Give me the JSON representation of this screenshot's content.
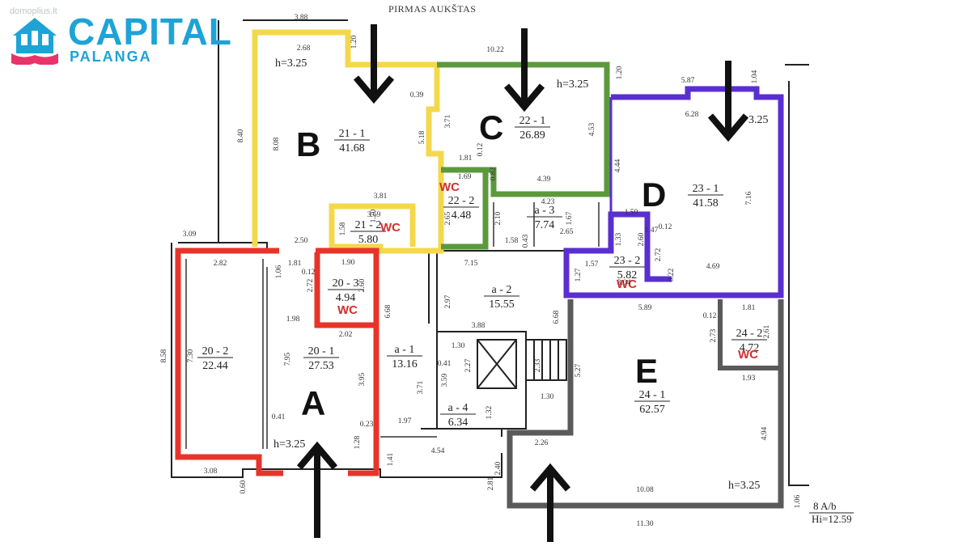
{
  "logo": {
    "title": "CAPITAL",
    "subtitle": "PALANGA",
    "watermark": "domoplius.lt"
  },
  "floor_title": "PIRMAS AUKŠTAS",
  "colors": {
    "A": "#e8332a",
    "B": "#f4d84c",
    "C": "#5b9a3c",
    "D": "#5a2fd0",
    "E": "#5a5a5a",
    "wc": "#d22f2f",
    "logo": "#1ea3d6",
    "logo_icon": "#e8336b"
  },
  "zone_labels": {
    "A": "A",
    "B": "B",
    "C": "C",
    "D": "D",
    "E": "E"
  },
  "rooms": [
    {
      "id": "21 - 1",
      "area": "41.68"
    },
    {
      "id": "21 - 2",
      "area": "5.80"
    },
    {
      "id": "22 - 1",
      "area": "26.89"
    },
    {
      "id": "22 - 2",
      "area": "4.48"
    },
    {
      "id": "a - 3",
      "area": "7.74"
    },
    {
      "id": "23 - 1",
      "area": "41.58"
    },
    {
      "id": "23 - 2",
      "area": "5.82"
    },
    {
      "id": "20 - 3",
      "area": "4.94"
    },
    {
      "id": "20 - 2",
      "area": "22.44"
    },
    {
      "id": "20 - 1",
      "area": "27.53"
    },
    {
      "id": "a - 1",
      "area": "13.16"
    },
    {
      "id": "a - 2",
      "area": "15.55"
    },
    {
      "id": "a - 4",
      "area": "6.34"
    },
    {
      "id": "24 - 1",
      "area": "62.57"
    },
    {
      "id": "24 - 2",
      "area": "4.72"
    }
  ],
  "wc_label": "WC",
  "heights": [
    "h=3.25",
    "h=3.25",
    "3.25",
    "h=3.25",
    "h=3.25"
  ],
  "dimensions": [
    "3.88",
    "2.68",
    "1.20",
    "10.22",
    "1.20",
    "5.87",
    "1.04",
    "6.28",
    "0.39",
    "8.40",
    "8.08",
    "3.71",
    "5.18",
    "4.53",
    "4.44",
    "7.16",
    "1.81",
    "1.69",
    "0.82",
    "0.12",
    "4.39",
    "3.81",
    "3.69",
    "1.58",
    "1.70",
    "2.65",
    "4.23",
    "2.10",
    "1.67",
    "1.59",
    "1.47",
    "0.12",
    "1.33",
    "2.60",
    "2.72",
    "2.65",
    "1.58",
    "0.43",
    "3.09",
    "2.50",
    "1.81",
    "1.90",
    "0.12",
    "2.82",
    "1.06",
    "2.72",
    "2.60",
    "7.15",
    "1.57",
    "3.04",
    "1.27",
    "0.22",
    "4.69",
    "1.98",
    "2.02",
    "6.68",
    "2.97",
    "6.68",
    "5.89",
    "0.12",
    "1.81",
    "2.73",
    "2.61",
    "8.58",
    "7.30",
    "7.95",
    "3.95",
    "3.88",
    "1.30",
    "0.41",
    "3.71",
    "2.27",
    "2.33",
    "3.59",
    "1.30",
    "1.32",
    "5.27",
    "1.93",
    "1.97",
    "0.41",
    "0.23",
    "1.28",
    "1.41",
    "4.54",
    "2.26",
    "4.94",
    "3.08",
    "0.60",
    "2.40",
    "2.81",
    "10.08",
    "11.30",
    "1.06"
  ],
  "corner_note": {
    "line1": "8 A/b",
    "line2": "Hi=12.59"
  }
}
